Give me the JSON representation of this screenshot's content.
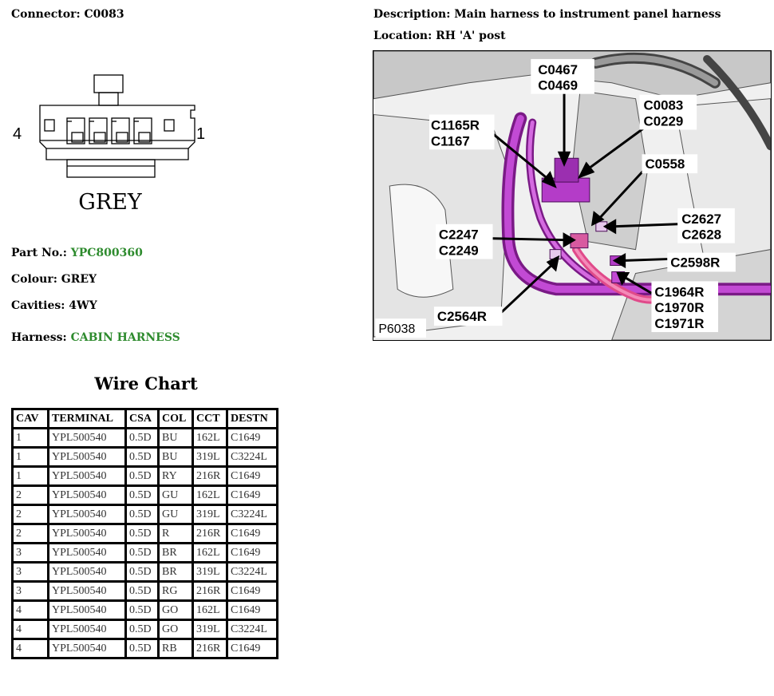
{
  "connector": {
    "label": "Connector:",
    "value": "C0083"
  },
  "description": {
    "label": "Description:",
    "value": "Main harness to instrument panel harness"
  },
  "location": {
    "label": "Location:",
    "value": "RH 'A' post"
  },
  "diagram": {
    "pin_left": "4",
    "pin_right": "1",
    "color_text": "GREY"
  },
  "part_no": {
    "label": "Part No.:",
    "value": "YPC800360"
  },
  "colour": {
    "label": "Colour:",
    "value": "GREY"
  },
  "cavities": {
    "label": "Cavities:",
    "value": "4WY"
  },
  "harness": {
    "label": "Harness:",
    "value": "CABIN HARNESS"
  },
  "accent_color": "#2e8b2e",
  "photo": {
    "id_label": "P6038",
    "callouts": {
      "c0467": "C0467",
      "c0469": "C0469",
      "c0083": "C0083",
      "c0229": "C0229",
      "c1165r": "C1165R",
      "c1167": "C1167",
      "c0558": "C0558",
      "c2627": "C2627",
      "c2628": "C2628",
      "c2247": "C2247",
      "c2249": "C2249",
      "c2598r": "C2598R",
      "c1964r": "C1964R",
      "c1970r": "C1970R",
      "c1971r": "C1971R",
      "c2564r": "C2564R"
    }
  },
  "wire_chart": {
    "title": "Wire Chart",
    "headers": [
      "CAV",
      "TERMINAL",
      "CSA",
      "COL",
      "CCT",
      "DESTN"
    ],
    "rows": [
      [
        "1",
        "YPL500540",
        "0.5D",
        "BU",
        "162L",
        "C1649"
      ],
      [
        "1",
        "YPL500540",
        "0.5D",
        "BU",
        "319L",
        "C3224L"
      ],
      [
        "1",
        "YPL500540",
        "0.5D",
        "RY",
        "216R",
        "C1649"
      ],
      [
        "2",
        "YPL500540",
        "0.5D",
        "GU",
        "162L",
        "C1649"
      ],
      [
        "2",
        "YPL500540",
        "0.5D",
        "GU",
        "319L",
        "C3224L"
      ],
      [
        "2",
        "YPL500540",
        "0.5D",
        "R",
        "216R",
        "C1649"
      ],
      [
        "3",
        "YPL500540",
        "0.5D",
        "BR",
        "162L",
        "C1649"
      ],
      [
        "3",
        "YPL500540",
        "0.5D",
        "BR",
        "319L",
        "C3224L"
      ],
      [
        "3",
        "YPL500540",
        "0.5D",
        "RG",
        "216R",
        "C1649"
      ],
      [
        "4",
        "YPL500540",
        "0.5D",
        "GO",
        "162L",
        "C1649"
      ],
      [
        "4",
        "YPL500540",
        "0.5D",
        "GO",
        "319L",
        "C3224L"
      ],
      [
        "4",
        "YPL500540",
        "0.5D",
        "RB",
        "216R",
        "C1649"
      ]
    ]
  }
}
